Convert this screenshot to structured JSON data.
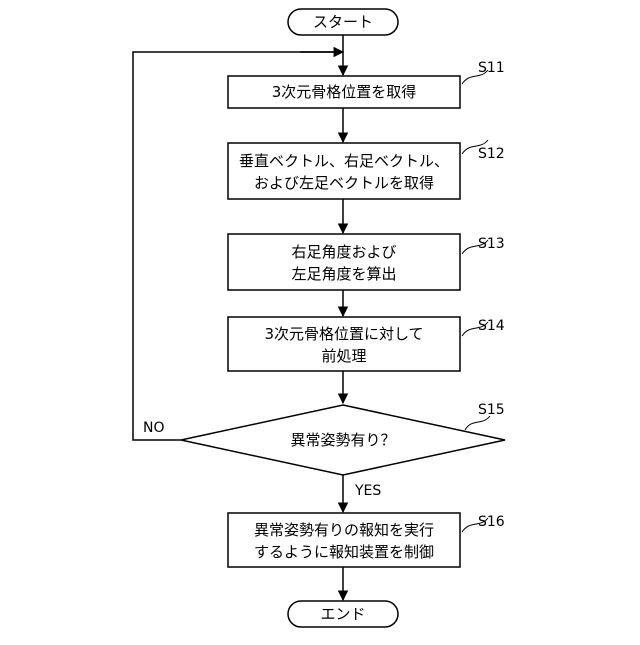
{
  "flowchart": {
    "start": "スタート",
    "end": "エンド",
    "steps": [
      {
        "id": "S11",
        "lines": [
          "3次元骨格位置を取得"
        ]
      },
      {
        "id": "S12",
        "lines": [
          "垂直ベクトル、右足ベクトル、",
          "および左足ベクトルを取得"
        ]
      },
      {
        "id": "S13",
        "lines": [
          "右足角度および",
          "左足角度を算出"
        ]
      },
      {
        "id": "S14",
        "lines": [
          "3次元骨格位置に対して",
          "前処理"
        ]
      },
      {
        "id": "S16",
        "lines": [
          "異常姿勢有りの報知を実行",
          "するように報知装置を制御"
        ]
      }
    ],
    "decision": {
      "id": "S15",
      "text": "異常姿勢有り？"
    },
    "labels": {
      "no": "NO",
      "yes": "YES"
    }
  }
}
